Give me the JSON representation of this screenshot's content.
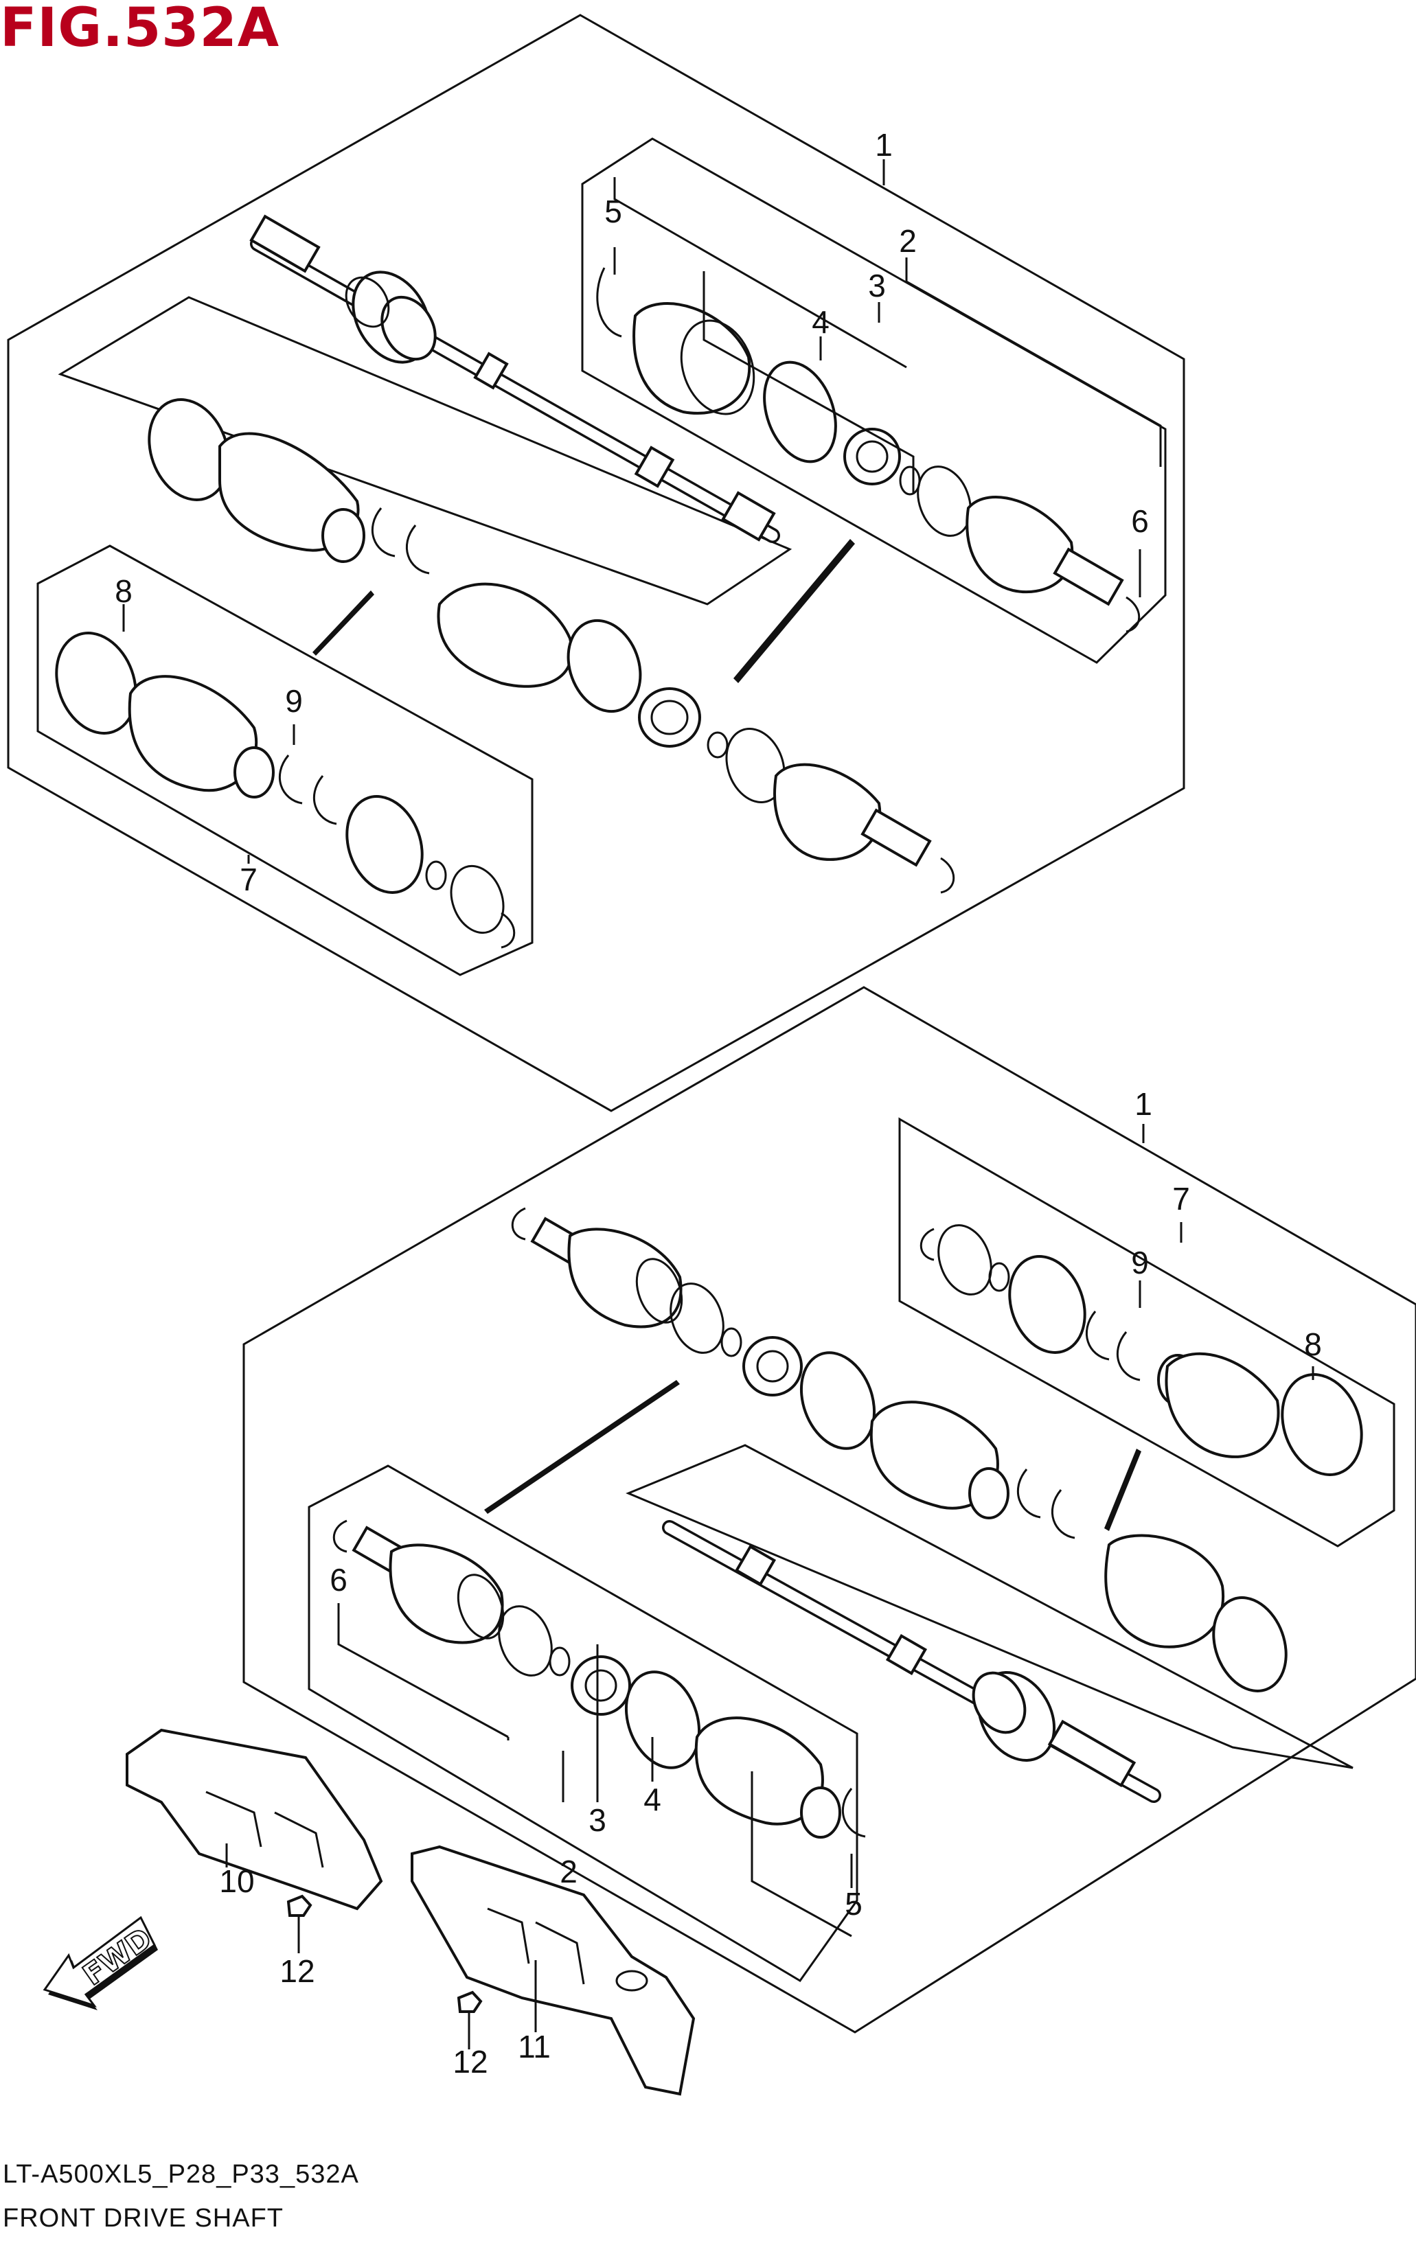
{
  "figure": {
    "title": "FIG.532A",
    "model_code": "LT-A500XL5_P28_P33_532A",
    "caption": "FRONT DRIVE SHAFT"
  },
  "callouts_top": [
    "1",
    "2",
    "3",
    "4",
    "5",
    "6",
    "7",
    "8",
    "9"
  ],
  "callouts_bottom": [
    "1",
    "7",
    "8",
    "9",
    "6",
    "2",
    "3",
    "4",
    "5",
    "10",
    "11",
    "12",
    "12"
  ],
  "direction_arrow": {
    "label": "FWD"
  },
  "colors": {
    "title": "#b8001c",
    "line": "#111111",
    "background": "#ffffff"
  }
}
